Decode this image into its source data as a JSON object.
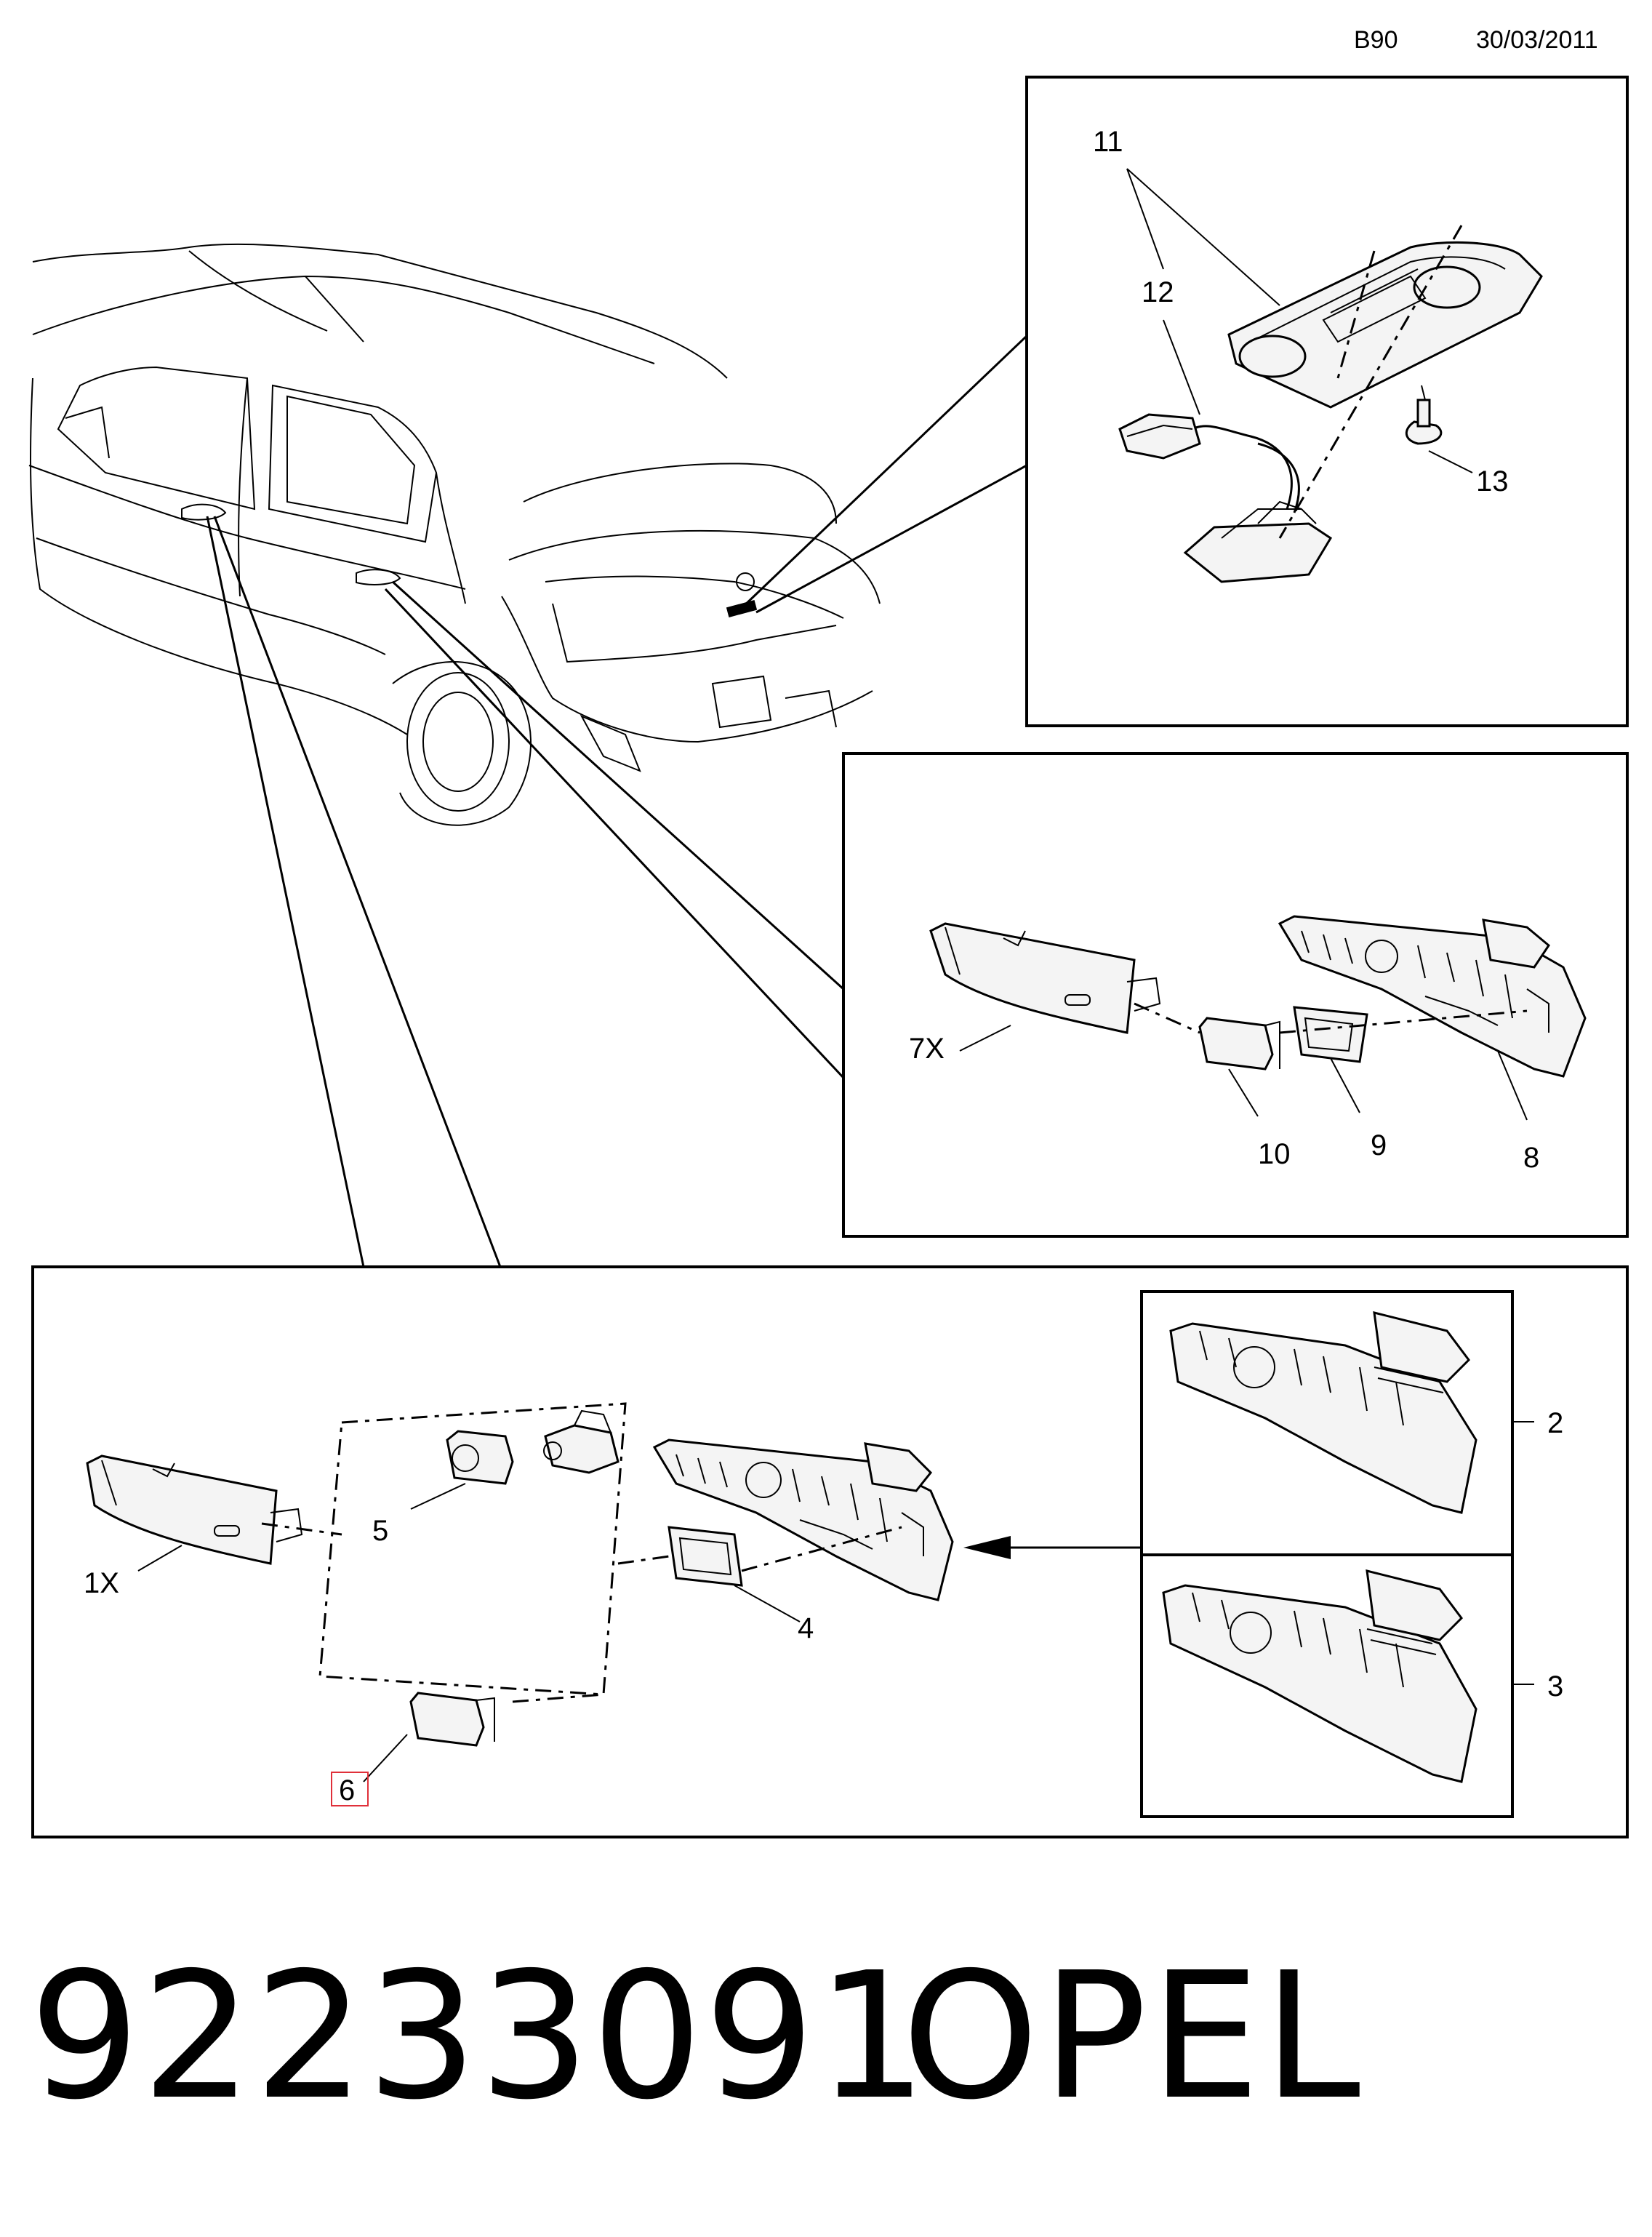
{
  "header": {
    "code": "B90",
    "date": "30/03/2011"
  },
  "callouts": {
    "c1x": "1X",
    "c2": "2",
    "c3": "3",
    "c4": "4",
    "c5": "5",
    "c6": "6",
    "c7x": "7X",
    "c8": "8",
    "c9": "9",
    "c10": "10",
    "c11": "11",
    "c12": "12",
    "c13": "13"
  },
  "highlighted_callout": "6",
  "colors": {
    "highlight": "#e0303a",
    "line": "#000000",
    "background": "#ffffff"
  },
  "footer": {
    "part_number": "92233091",
    "brand": "OPEL"
  }
}
